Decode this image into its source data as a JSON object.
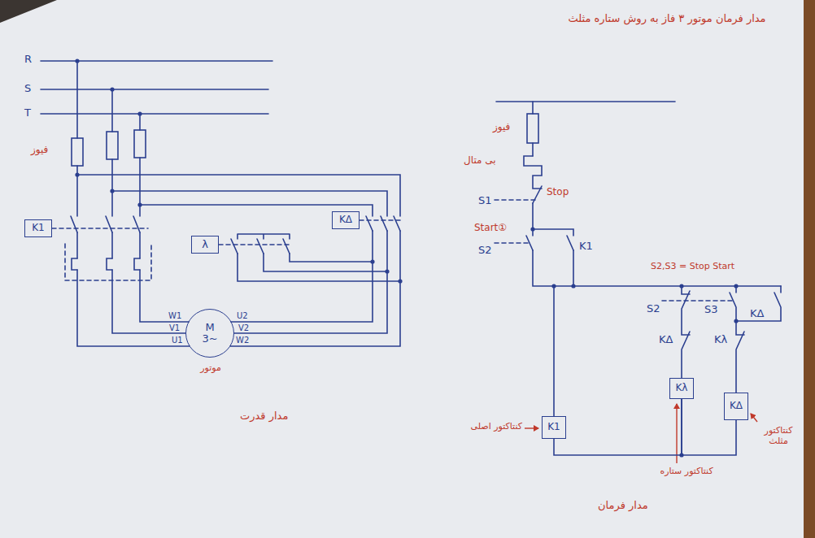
{
  "diagram": {
    "title": "مدار فرمان موتور ۳ فاز به روش ستاره مثلث",
    "nodes": [
      {
        "text": [
          "K1"
        ]
      },
      {
        "text": [
          "λ"
        ]
      },
      {
        "text": [
          "KΔ"
        ]
      },
      {
        "text": [
          "M 3~",
          "موتور"
        ]
      },
      {
        "text": [
          "K1",
          "کنتاکتور اصلی"
        ]
      },
      {
        "text": [
          "Kλ",
          "کنتاکتور ستاره"
        ]
      },
      {
        "text": [
          "KΔ",
          "کنتاکتور مثلث"
        ]
      }
    ],
    "edges": [
      {
        "from": 4,
        "to": 5,
        "arrow": "none"
      },
      {
        "from": 5,
        "to": 6,
        "arrow": "none"
      }
    ],
    "labels": [
      "R",
      "S",
      "T",
      "فیوز",
      "W1",
      "V1",
      "U1",
      "U2",
      "V2",
      "W2",
      "مدار قدرت",
      "فیوز",
      "بی متال",
      "S1",
      "Stop",
      "Start①",
      "S2",
      "K1",
      "S2,S3 = Stop Start",
      "S2",
      "KΔ",
      "S3",
      "Kλ",
      "KΔ",
      "مدار فرمان"
    ]
  }
}
